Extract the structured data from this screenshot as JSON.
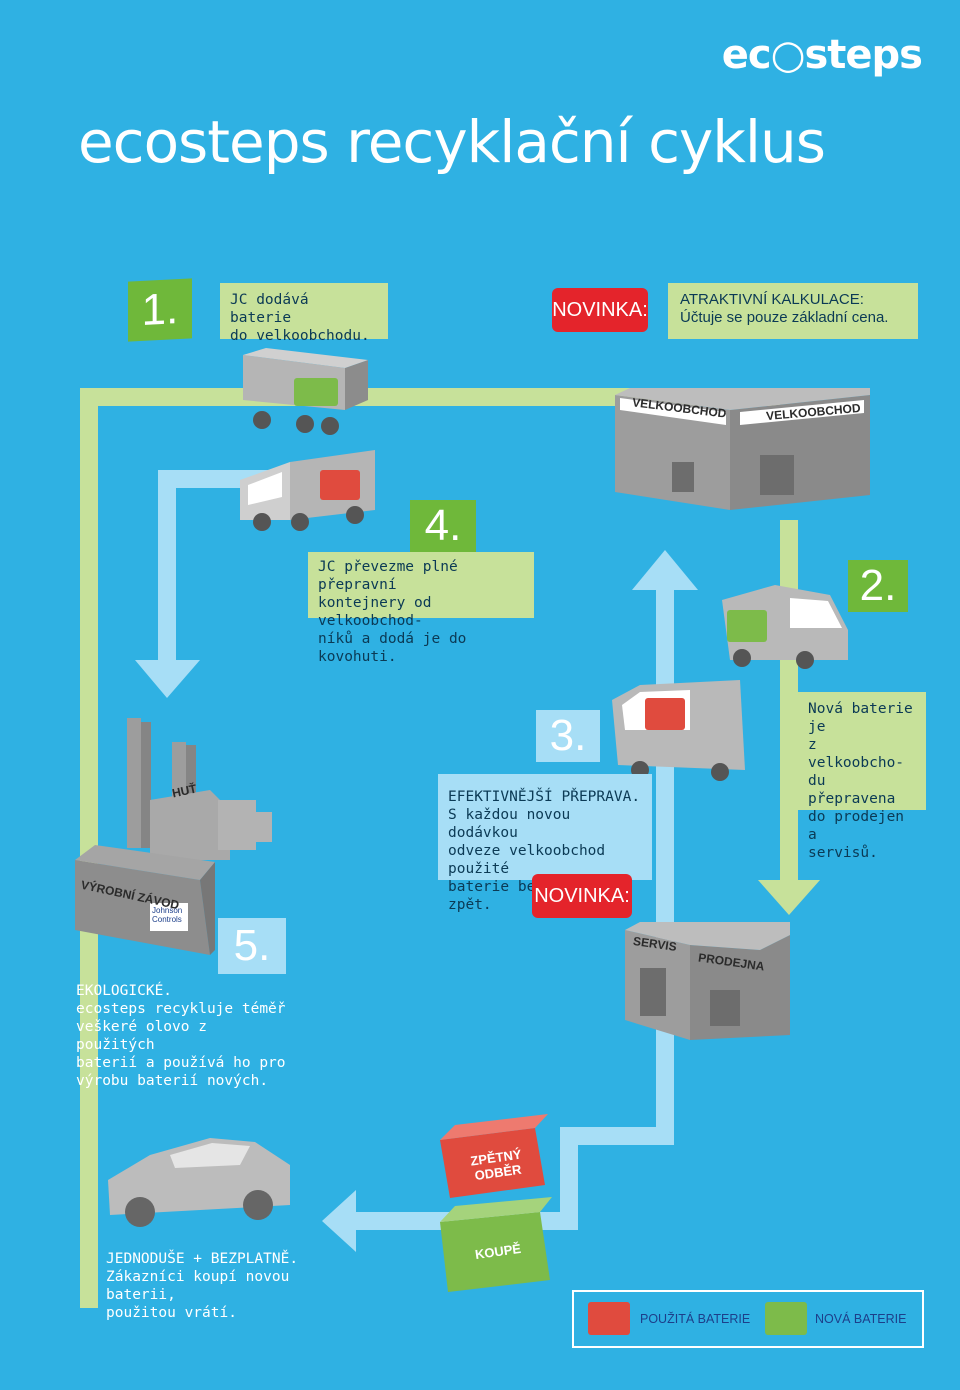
{
  "logo": {
    "text": "ec○steps"
  },
  "title": "ecosteps recyklační cyklus",
  "step1": {
    "number": "1.",
    "text_line1": "JC dodává baterie",
    "text_line2": "do velkoobchodu."
  },
  "novinka_top": {
    "label": "NOVINKA:",
    "line1": "ATRAKTIVNÍ KALKULACE:",
    "line2": "Účtuje se pouze základní cena."
  },
  "wholesale": {
    "label1": "VELKOOBCHOD",
    "label2": "VELKOOBCHOD"
  },
  "step4": {
    "number": "4.",
    "line1": "JC převezme plné přepravní",
    "line2": "kontejnery od velkoobchod-",
    "line3": "níků a dodá je do kovohuti."
  },
  "step2": {
    "number": "2.",
    "line1": "Nová baterie je",
    "line2": "z velkoobcho-",
    "line3": "du přepravena",
    "line4": "do prodejen a",
    "line5": "servisů."
  },
  "step3": {
    "number": "3.",
    "line1": "EFEKTIVNĚJŠÍ PŘEPRAVA.",
    "line2": "S každou novou dodávkou",
    "line3": "odveze velkoobchod použité",
    "line4": "baterie bezplatně zpět."
  },
  "novinka_mid": {
    "label": "NOVINKA:"
  },
  "smelter": {
    "label": "HUŤ"
  },
  "factory": {
    "label": "VÝROBNÍ ZÁVOD",
    "sign_line1": "Johnson",
    "sign_line2": "Controls"
  },
  "step5": {
    "number": "5.",
    "line1": "EKOLOGICKÉ.",
    "line2": "ecosteps recykluje téměř",
    "line3": "veškeré olovo z použitých",
    "line4": "baterií a používá ho pro",
    "line5": "výrobu baterií nových."
  },
  "shop": {
    "label1": "SERVIS",
    "label2": "PRODEJNA"
  },
  "battery_used": {
    "line1": "ZPĚTNÝ",
    "line2": "ODBĚR"
  },
  "battery_new": {
    "label": "KOUPĚ"
  },
  "consumer": {
    "line1": "JEDNODUŠE + BEZPLATNĚ.",
    "line2": "Zákazníci koupí novou baterii,",
    "line3": "použitou vrátí."
  },
  "legend": {
    "used": "POUŽITÁ BATERIE",
    "new": "NOVÁ BATERIE"
  },
  "colors": {
    "background": "#2fb1e3",
    "green_arrow": "#c7e19a",
    "blue_arrow": "#a7def6",
    "step_green": "#6fb83a",
    "novinka_red": "#e4242b",
    "building_grey": "#9d9d9d",
    "battery_red": "#e04b3e",
    "battery_green": "#7dbb4a"
  }
}
